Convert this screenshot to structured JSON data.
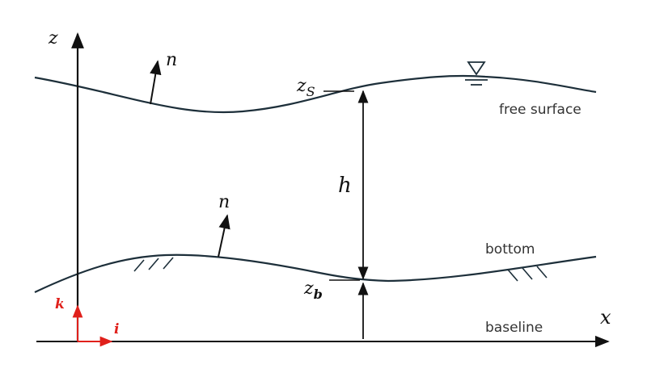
{
  "labels": {
    "z_axis": "z",
    "x_axis": "x",
    "normal_top": "n",
    "normal_bottom": "n",
    "z_s_main": "z",
    "z_s_sub": "S",
    "z_b_main": "z",
    "z_b_sub": "b",
    "depth": "h",
    "free_surface": "free surface",
    "bottom": "bottom",
    "baseline": "baseline",
    "unit_k": "k",
    "unit_i": "i"
  },
  "colors": {
    "line": "#111111",
    "surface": "#1d2f3a",
    "unit_vectors": "#e0201b"
  },
  "icons": {
    "water_level": "inverted-triangle-water-level-icon"
  }
}
